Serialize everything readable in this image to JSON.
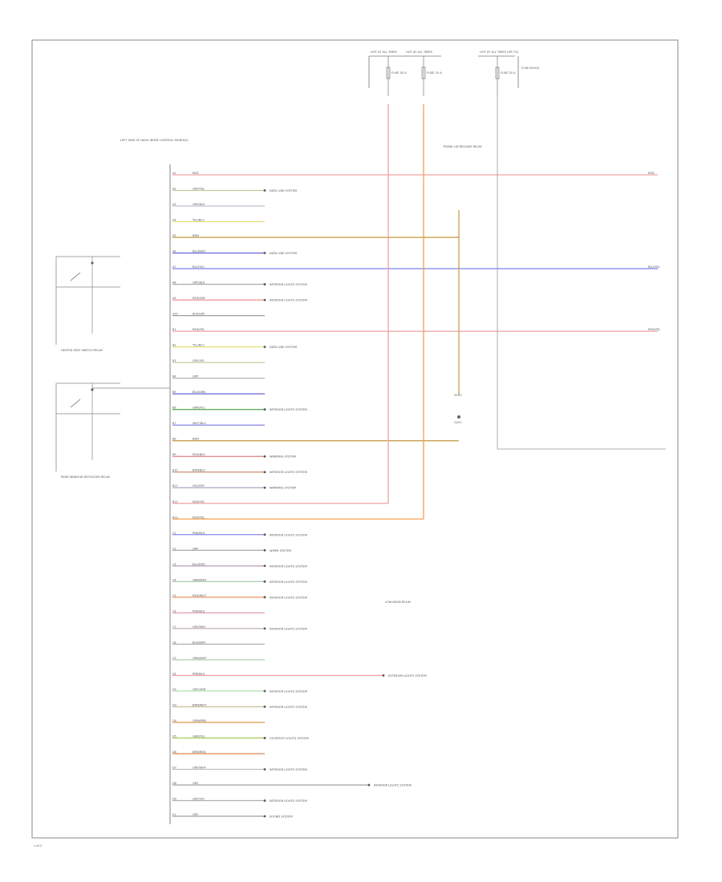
{
  "page": {
    "figure_number": "1 of 2",
    "connector_title": "LEFT SIDE OF DASH (BODY CONTROL MODULE)"
  },
  "fuses": [
    {
      "header": "HOT AT ALL TIMES",
      "rating": "FUSE 30 A"
    },
    {
      "header": "HOT AT ALL TIMES",
      "rating": "FUSE 10 A"
    },
    {
      "header": "HOT AT ALL TIMES (OR TO)",
      "rating": "FUSE 20 A"
    }
  ],
  "fuse_block_label": "FUSE BLOCK",
  "splice_label": "S203",
  "ground_label": "G201",
  "relays": [
    {
      "name": "TRUNK LID RELEASE RELAY"
    },
    {
      "name": "LOW BEAM RELAY"
    }
  ],
  "wires": [
    {
      "color": "RED",
      "hex": "#f0a0a0",
      "pin": "A1",
      "dest": "",
      "circuit": "RED",
      "long": true
    },
    {
      "color": "GRY/YEL",
      "hex": "#c8c8a0",
      "pin": "A2",
      "dest": "DATA LINK SYSTEM"
    },
    {
      "color": "GRY/BLU",
      "hex": "#c0c0d0",
      "pin": "A3",
      "dest": ""
    },
    {
      "color": "YEL/BLU",
      "hex": "#e6e07a",
      "pin": "A4",
      "dest": ""
    },
    {
      "color": "BRN",
      "hex": "#c8a050",
      "pin": "A5",
      "dest": "",
      "to_ground": true
    },
    {
      "color": "BLU/WHT",
      "hex": "#7070e0",
      "pin": "A6",
      "dest": "DATA LINK SYSTEM"
    },
    {
      "color": "BLU/YEL",
      "hex": "#8a8af0",
      "pin": "A7",
      "dest": "",
      "circuit": "BLU/YEL",
      "long": true
    },
    {
      "color": "GRY/BLK",
      "hex": "#b0b0b0",
      "pin": "A8",
      "dest": "INTERIOR LIGHTS SYSTEM"
    },
    {
      "color": "RED/GRY",
      "hex": "#e89090",
      "pin": "A9",
      "dest": "INTERIOR LIGHTS SYSTEM"
    },
    {
      "color": "BLK/GRY",
      "hex": "#a0a0a0",
      "pin": "A10",
      "dest": ""
    },
    {
      "color": "RED/YEL",
      "hex": "#f0a0a0",
      "pin": "B1",
      "dest": "",
      "circuit": "RED/YEL",
      "long": true
    },
    {
      "color": "YEL/BLU",
      "hex": "#e6e07a",
      "pin": "B2",
      "dest": "DATA LINK SYSTEM"
    },
    {
      "color": "GRY/YEL",
      "hex": "#c8c8a0",
      "pin": "B3",
      "dest": ""
    },
    {
      "color": "GRY",
      "hex": "#b0b0b0",
      "pin": "B4",
      "dest": ""
    },
    {
      "color": "BLU/GRN",
      "hex": "#7070e0",
      "pin": "B5",
      "dest": ""
    },
    {
      "color": "GRN/YEL",
      "hex": "#60b060",
      "pin": "B6",
      "dest": "INTERIOR LIGHTS SYSTEM"
    },
    {
      "color": "WHT/BLU",
      "hex": "#9090e8",
      "pin": "B7",
      "dest": ""
    },
    {
      "color": "BRN",
      "hex": "#c8a050",
      "pin": "B8",
      "dest": "",
      "to_ground": true
    },
    {
      "color": "RED/BLK",
      "hex": "#e08080",
      "pin": "B9",
      "dest": "WARNING SYSTEM"
    },
    {
      "color": "BRN/BLU",
      "hex": "#c89070",
      "pin": "B10",
      "dest": "INTERIOR LIGHTS SYSTEM"
    },
    {
      "color": "VIO/GRY",
      "hex": "#b0a0c0",
      "pin": "B11",
      "dest": "WARNING SYSTEM"
    },
    {
      "color": "RED/YEL",
      "hex": "#f0a0a0",
      "pin": "B12",
      "dest": "",
      "to_fuse": 0
    },
    {
      "color": "RED/YEL",
      "hex": "#f0a050",
      "pin": "B13",
      "dest": "",
      "to_fuse": 1
    },
    {
      "color": "PNK/BLU",
      "hex": "#8a8af0",
      "pin": "C1",
      "dest": "INTERIOR LIGHTS SYSTEM"
    },
    {
      "color": "GRY",
      "hex": "#b0b0b0",
      "pin": "C2",
      "dest": "WIPER SYSTEM"
    },
    {
      "color": "BLU/RED",
      "hex": "#c0a0c0",
      "pin": "C3",
      "dest": "INTERIOR LIGHTS SYSTEM"
    },
    {
      "color": "GRN/WHT",
      "hex": "#b0d0b0",
      "pin": "C4",
      "dest": "INTERIOR LIGHTS SYSTEM"
    },
    {
      "color": "RED/WHT",
      "hex": "#e8a070",
      "pin": "C5",
      "dest": "INTERIOR LIGHTS SYSTEM"
    },
    {
      "color": "PNK/BLU",
      "hex": "#e0a0b0",
      "pin": "C6",
      "dest": ""
    },
    {
      "color": "GRY/RED",
      "hex": "#c0b0b0",
      "pin": "C7",
      "dest": "INTERIOR LIGHTS SYSTEM"
    },
    {
      "color": "BLK/WHT",
      "hex": "#b0b0b0",
      "pin": "C8",
      "dest": ""
    },
    {
      "color": "GRN/WHT",
      "hex": "#b0d0b0",
      "pin": "C9",
      "dest": ""
    },
    {
      "color": "PNK/BLU",
      "hex": "#f0a0a0",
      "pin": "D1",
      "dest": "EXTERIOR LIGHTS SYSTEM",
      "long_to_relay": true
    },
    {
      "color": "GRY/GRN",
      "hex": "#b0e0b0",
      "pin": "D2",
      "dest": "INTERIOR LIGHTS SYSTEM"
    },
    {
      "color": "BRN/WHT",
      "hex": "#d0c0a0",
      "pin": "D3",
      "dest": "INTERIOR LIGHTS SYSTEM"
    },
    {
      "color": "ORN/BRN",
      "hex": "#e0a060",
      "pin": "D4",
      "dest": ""
    },
    {
      "color": "GRN/YEL",
      "hex": "#b0d060",
      "pin": "D5",
      "dest": "COURTESY LIGHTS SYSTEM"
    },
    {
      "color": "BRN/RED",
      "hex": "#e09060",
      "pin": "D6",
      "dest": ""
    },
    {
      "color": "GRY/WHT",
      "hex": "#c0c0c0",
      "pin": "D7",
      "dest": "INTERIOR LIGHTS SYSTEM"
    },
    {
      "color": "GRY",
      "hex": "#a0a0a0",
      "pin": "D8",
      "dest": "INTERIOR LIGHTS SYSTEM",
      "to_relay": true
    },
    {
      "color": "GRY/VIO",
      "hex": "#b0b0b0",
      "pin": "D9",
      "dest": "INTERIOR LIGHTS SYSTEM"
    },
    {
      "color": "GRY",
      "hex": "#a0a0a0",
      "pin": "E1",
      "dest": "SOUND SYSTEM"
    }
  ],
  "side_components": [
    {
      "name": "HEATED SEAT SWITCH RELAY"
    },
    {
      "name": "REAR WINDOW DEFOGGER RELAY"
    }
  ]
}
